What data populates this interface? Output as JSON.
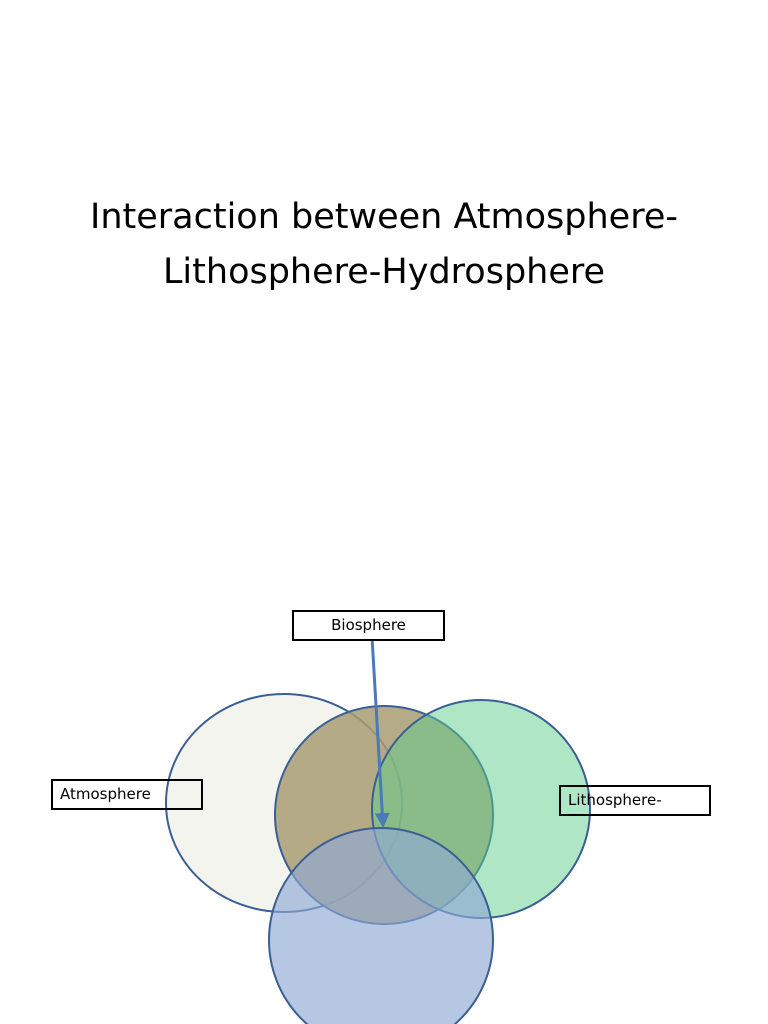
{
  "slide": {
    "title_line1": "Interaction between Atmosphere-",
    "title_line2": "Lithosphere-Hydrosphere"
  },
  "diagram": {
    "labels": {
      "biosphere": "Biosphere",
      "atmosphere": "Atmosphere",
      "lithosphere": "Lithosphere-"
    },
    "colors": {
      "outline": "#3a5f95",
      "atmosphere_fill": "#f3f3ee",
      "biosphere_fill": "#a89c72",
      "lithosphere_fill": "#5fce8c",
      "hydrosphere_fill": "#8fa9d4",
      "arrow": "#4a7ab8"
    }
  }
}
